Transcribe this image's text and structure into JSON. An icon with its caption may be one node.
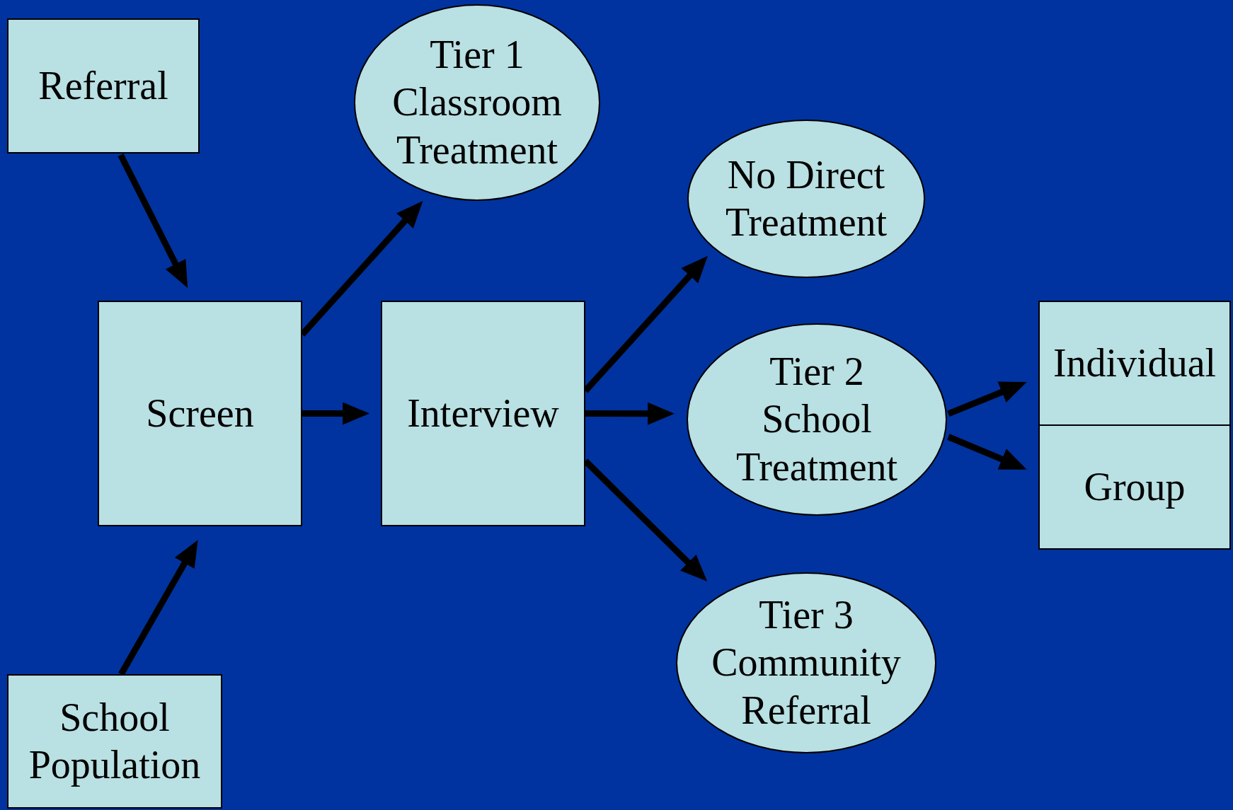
{
  "diagram": {
    "nodes": [
      {
        "text": [
          "Referral"
        ]
      },
      {
        "text": [
          "Tier 1 Classroom Treatment"
        ]
      },
      {
        "text": [
          "No Direct Treatment"
        ]
      },
      {
        "text": [
          "Screen"
        ]
      },
      {
        "text": [
          "Interview"
        ]
      },
      {
        "text": [
          "Tier 2 School Treatment"
        ]
      },
      {
        "text": [
          "Individual"
        ]
      },
      {
        "text": [
          "Group"
        ]
      },
      {
        "text": [
          "Tier 3 Community Referral"
        ]
      },
      {
        "text": [
          "School Population"
        ]
      }
    ],
    "edges": [
      {
        "from": 0,
        "to": 3,
        "arrow": "to"
      },
      {
        "from": 9,
        "to": 3,
        "arrow": "to"
      },
      {
        "from": 3,
        "to": 1,
        "arrow": "to"
      },
      {
        "from": 3,
        "to": 4,
        "arrow": "to"
      },
      {
        "from": 4,
        "to": 2,
        "arrow": "to"
      },
      {
        "from": 4,
        "to": 5,
        "arrow": "to"
      },
      {
        "from": 4,
        "to": 8,
        "arrow": "to"
      },
      {
        "from": 5,
        "to": 6,
        "arrow": "to"
      },
      {
        "from": 5,
        "to": 7,
        "arrow": "to"
      }
    ]
  }
}
